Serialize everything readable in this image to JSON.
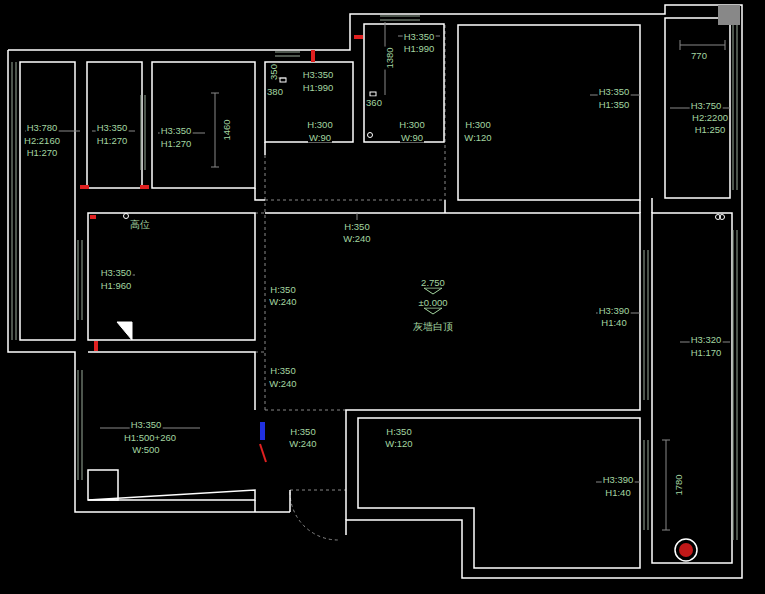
{
  "diagram": {
    "labels": [
      "H3:350",
      "H1:990",
      "1380",
      "350",
      "380",
      "H3:350",
      "H1:990",
      "360",
      "H3:350",
      "H1:350",
      "770",
      "H3:750",
      "H2:2200",
      "H1:250",
      "H3:780",
      "H2:2160",
      "H1:270",
      "H3:350",
      "H1:270",
      "H3:350",
      "H1:270",
      "1460",
      "H:300",
      "W:90",
      "H:300",
      "W:90",
      "H:300",
      "W:120",
      "高位",
      "H:350",
      "W:240",
      "H3:350",
      "H1:960",
      "2.750",
      "H:350",
      "W:240",
      "±0.000",
      "H3:390",
      "H1:40",
      "灰墙白顶",
      "H3:320",
      "H1:170",
      "H:350",
      "W:240",
      "H3:350",
      "H1:500+260",
      "W:500",
      "H:350",
      "W:240",
      "H:350",
      "W:120",
      "H3:390",
      "H1:40",
      "1780"
    ]
  }
}
